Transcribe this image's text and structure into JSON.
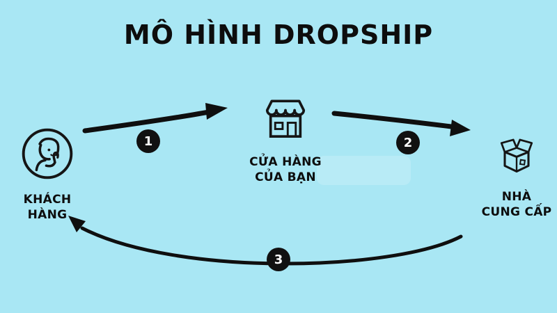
{
  "title": "MÔ HÌNH DROPSHIP",
  "colors": {
    "background": "#a9e7f4",
    "ink": "#0d0d0d",
    "badge_background": "#111111",
    "badge_text": "#ffffff"
  },
  "nodes": {
    "customer": {
      "label": "KHÁCH HÀNG",
      "icon": "person-thumbs-up-icon"
    },
    "store": {
      "label": "CỬA HÀNG\nCỦA BẠN",
      "icon": "storefront-icon"
    },
    "supplier": {
      "label": "NHÀ\nCUNG CẤP",
      "icon": "open-box-icon"
    }
  },
  "steps": [
    {
      "number": "1",
      "from": "KHÁCH HÀNG",
      "to": "CỬA HÀNG CỦA BẠN"
    },
    {
      "number": "2",
      "from": "CỬA HÀNG CỦA BẠN",
      "to": "NHÀ CUNG CẤP"
    },
    {
      "number": "3",
      "from": "NHÀ CUNG CẤP",
      "to": "KHÁCH HÀNG"
    }
  ]
}
